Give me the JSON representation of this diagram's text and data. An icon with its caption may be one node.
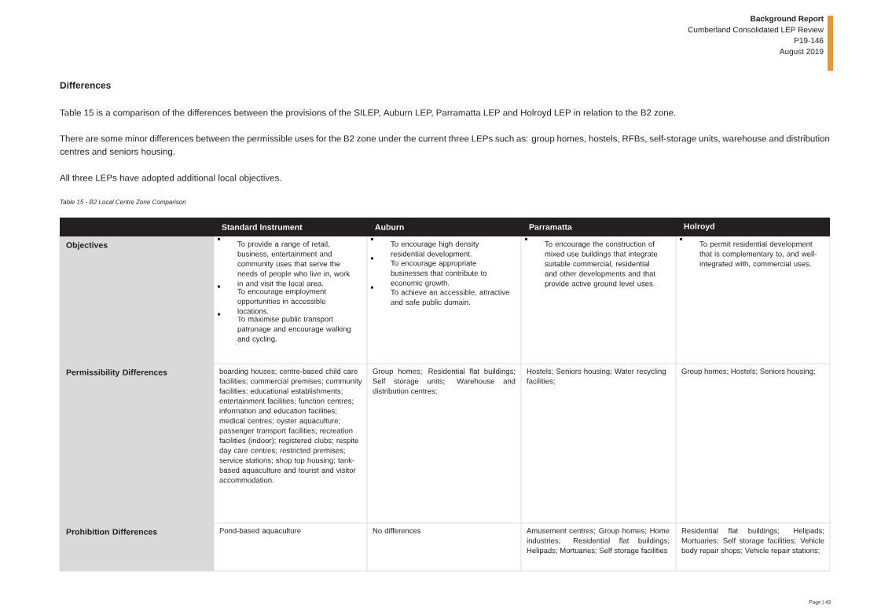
{
  "diagram": {
    "title": "Differences",
    "caption": "Table 15 - B2 Local Centre Zone Comparison",
    "labels": [
      "Background Report",
      "Cumberland Consolidated LEP Review",
      "P19-146",
      "August 2019",
      "Table 15 is a comparison of the differences between the provisions of the SILEP, Auburn LEP, Parramatta LEP and Holroyd LEP in relation to the B2 zone.",
      "There are some minor differences between the permissible uses for the B2 zone under the current three LEPs such as: group homes, hostels, RFBs, self-storage units, warehouse and distribution centres and seniors housing.",
      "All three LEPs have adopted additional local objectives.",
      "Standard Instrument",
      "Auburn",
      "Parramatta",
      "Holroyd",
      "Objectives",
      "To provide a range of retail, business, entertainment and community uses that serve the needs of people who live in, work in and visit the local area.",
      "To encourage employment opportunities in accessible locations.",
      "To maximise public transport patronage and encourage walking and cycling.",
      "To encourage high density residential development.",
      "To encourage appropriate businesses that contribute to economic growth.",
      "To achieve an accessible, attractive and safe public domain.",
      "To encourage the construction of mixed use buildings that integrate suitable commercial, residential and other developments and that provide active ground level uses.",
      "To permit residential development that is complementary to, and well-integrated with, commercial uses.",
      "Permissibility Differences",
      "boarding houses; centre-based child care facilities; commercial premises; community facilities; educational establishments; entertainment facilities; function centres; information and education facilities; medical centres; oyster aquaculture; passenger transport facilities; recreation facilities (indoor); registered clubs; respite day care centres; restricted premises; service stations; shop top housing; tank-based aquaculture and tourist and visitor accommodation.",
      "Group homes; Residential flat buildings; Self storage units; Warehouse and distribution centres;",
      "Hostels; Seniors housing; Water recycling facilities;",
      "Group homes; Hostels; Seniors housing;",
      "Prohibition Differences",
      "Pond-based aquaculture",
      "No differences",
      "Amusement centres; Group homes; Home industries; Residential flat buildings; Helipads; Mortuaries; Self storage facilities",
      "Residential flat buildings; Helipads; Mortuaries; Self storage facilities; Vehicle body repair shops; Vehicle repair stations;",
      "Page | 43"
    ]
  }
}
